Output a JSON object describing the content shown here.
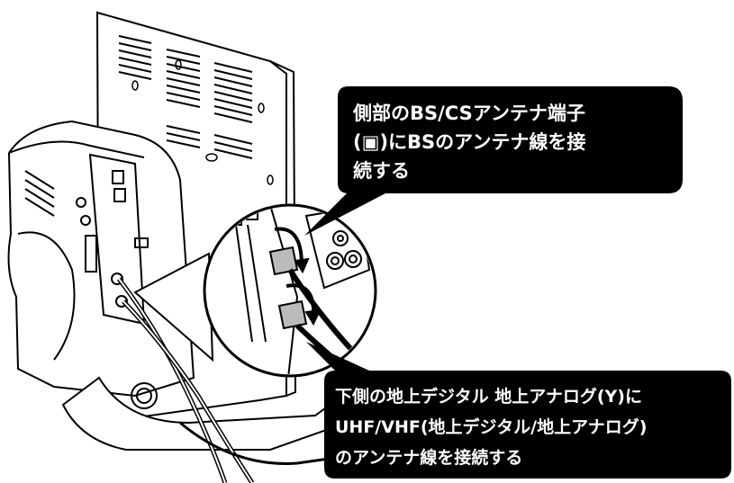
{
  "callout_top": {
    "lines": [
      "側部のBS/CSアンテナ端子",
      "(▣)にBSのアンテナ線を接",
      "続する"
    ],
    "icon": "bs-cs-antenna-terminal-icon"
  },
  "callout_bottom": {
    "lines": [
      "下側の地上デジタル 地上アナログ(Y)に",
      "UHF/VHF(地上デジタル/地上アナログ)",
      "のアンテナ線を接続する"
    ],
    "icon": "antenna-symbol-icon"
  },
  "colors": {
    "callout_bg": "#000000",
    "callout_text": "#ffffff",
    "line_art": "#000000"
  }
}
